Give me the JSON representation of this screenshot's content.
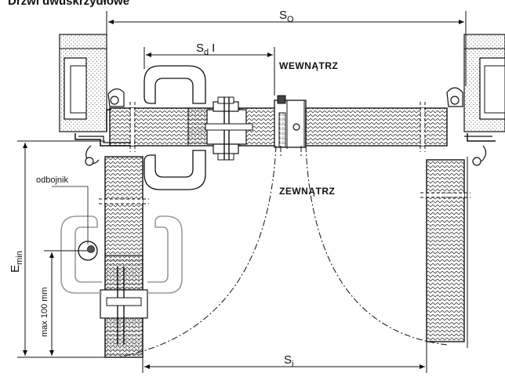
{
  "title": "Drzwi dwuskrzydłowe",
  "labels": {
    "so": "S",
    "so_sub": "O",
    "sd": "S",
    "sd_sub": "d",
    "sd_suffix": "I",
    "si": "S",
    "si_sub": "i",
    "emin": "E",
    "emin_sub": "min",
    "max100": "max 100 mm",
    "odbojnik": "odbojnik",
    "inside": "WEWNĄTRZ",
    "outside": "ZEWNĄTRZ"
  },
  "colors": {
    "line": "#111111",
    "hatch": "#222222",
    "gray_handle": "#9a9a9a",
    "stop_fill": "#555555"
  }
}
